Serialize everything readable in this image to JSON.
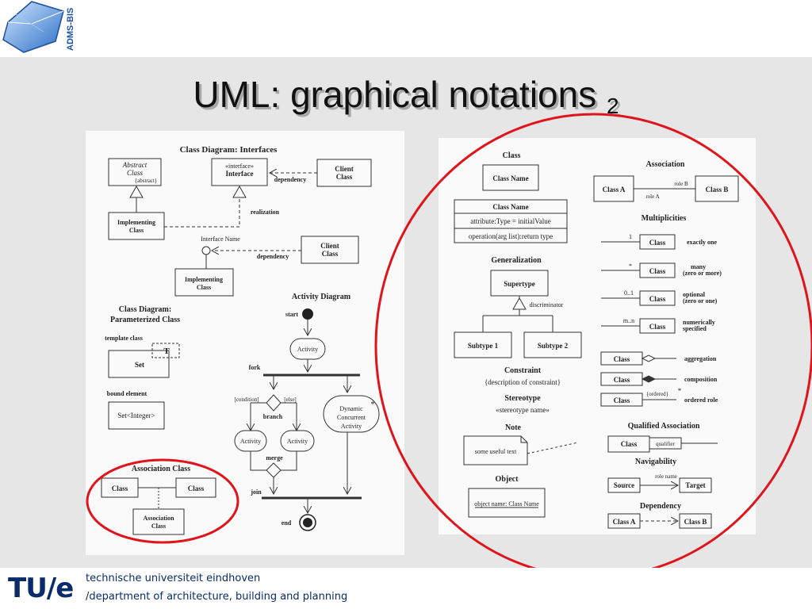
{
  "header": {
    "logo_text": "ADMS-BIS",
    "title": "UML: graphical notations",
    "title_subscript": "2"
  },
  "left_panel": {
    "interfaces_title": "Class Diagram: Interfaces",
    "abstract_class_line1": "Abstract",
    "abstract_class_line2": "Class",
    "abstract_tag": "{abstract}",
    "interface_stereotype": "«interface»",
    "interface_label": "Interface",
    "client_class1_line1": "Client",
    "client_class1_line2": "Class",
    "dependency_label1": "dependency",
    "implementing_class1_line1": "Implementing",
    "implementing_class1_line2": "Class",
    "realization_label": "realization",
    "interface_name_label": "Interface Name",
    "client_class2_line1": "Client",
    "client_class2_line2": "Class",
    "dependency_label2": "dependency",
    "implementing_class2_line1": "Implementing",
    "implementing_class2_line2": "Class",
    "parameterized_title_line1": "Class Diagram:",
    "parameterized_title_line2": "Parameterized Class",
    "template_class_label": "template class",
    "template_param": "T",
    "set_label": "Set",
    "bound_element_label": "bound element",
    "set_integer_label": "Set<Integer>",
    "association_class_title": "Association Class",
    "assoc_class_left": "Class",
    "assoc_class_right": "Class",
    "association_class_line1": "Association",
    "association_class_line2": "Class",
    "activity_title": "Activity Diagram",
    "start_label": "start",
    "activity1": "Activity",
    "fork_label": "fork",
    "condition_label": "[condition]",
    "else_label": "[else]",
    "branch_label": "branch",
    "dynamic_line1": "Dynamic",
    "dynamic_line2": "Concurrent",
    "dynamic_line3": "Activity",
    "dynamic_star": "*",
    "activity2": "Activity",
    "activity3": "Activity",
    "merge_label": "merge",
    "join_label": "join",
    "end_label": "end"
  },
  "right_panel": {
    "class_title": "Class",
    "class_name_box": "Class Name",
    "class_name_header": "Class Name",
    "attribute_row": "attribute:Type = initialValue",
    "operation_row": "operation(arg list):return type",
    "generalization_title": "Generalization",
    "supertype": "Supertype",
    "discriminator": "discriminator",
    "subtype1": "Subtype 1",
    "subtype2": "Subtype 2",
    "constraint_title": "Constraint",
    "constraint_desc": "{description of constraint}",
    "stereotype_title": "Stereotype",
    "stereotype_desc": "«stereotype name»",
    "note_title": "Note",
    "note_text": "some useful text",
    "object_title": "Object",
    "object_text": "object name: Class Name",
    "association_title": "Association",
    "assoc_class_a": "Class A",
    "assoc_class_b": "Class B",
    "role_b": "role B",
    "role_a": "role A",
    "multiplicities_title": "Multiplicities",
    "mult_class": "Class",
    "mult_1": "1",
    "mult_1_desc": "exactly one",
    "mult_star": "*",
    "mult_star_desc1": "many",
    "mult_star_desc2": "(zero or more)",
    "mult_01": "0..1",
    "mult_01_desc1": "optional",
    "mult_01_desc2": "(zero or one)",
    "mult_mn": "m..n",
    "mult_mn_desc1": "numerically",
    "mult_mn_desc2": "specified",
    "aggregation": "aggregation",
    "composition": "composition",
    "ordered_tag": "{ordered}",
    "ordered_star": "*",
    "ordered_role": "ordered role",
    "qualified_title": "Qualified Association",
    "qualifier": "qualifier",
    "navigability_title": "Navigability",
    "role_name": "role name",
    "source": "Source",
    "target": "Target",
    "dependency_title": "Dependency",
    "dep_class_a": "Class A",
    "dep_class_b": "Class B"
  },
  "footer": {
    "logo": "TU/e",
    "university": "technische universiteit eindhoven",
    "department": "/department of architecture, building and planning"
  },
  "colors": {
    "highlight_ellipse": "#e0141b",
    "brand_blue": "#0a2b6b",
    "background": "#e6e6e6"
  }
}
